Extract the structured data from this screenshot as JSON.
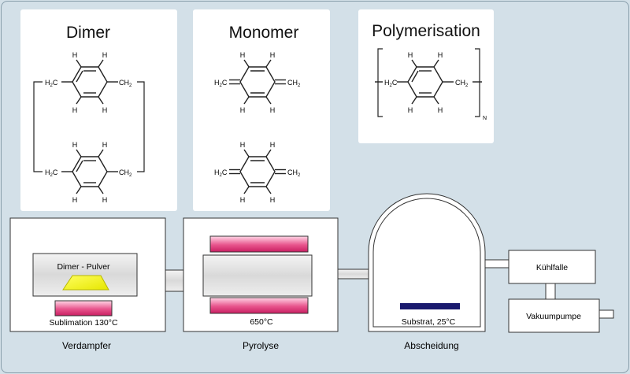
{
  "panels": {
    "dimer": {
      "title": "Dimer"
    },
    "monomer": {
      "title": "Monomer"
    },
    "polymer": {
      "title": "Polymerisation",
      "subscript_n": "N"
    }
  },
  "atoms": {
    "h": "H",
    "ch2": "CH",
    "h2c": "H",
    "c": "C",
    "sub2": "2"
  },
  "apparatus": {
    "evaporator": {
      "powder_label": "Dimer - Pulver",
      "heater_label": "Sublimation 130°C",
      "caption": "Verdampfer"
    },
    "pyrolysis": {
      "heater_label": "650°C",
      "caption": "Pyrolyse"
    },
    "deposition": {
      "substrate_label": "Substrat, 25°C",
      "caption": "Abscheidung"
    },
    "cold_trap": {
      "label": "Kühlfalle"
    },
    "vacuum_pump": {
      "label": "Vakuumpumpe"
    }
  },
  "colors": {
    "background": "#d3e0e8",
    "panel": "#ffffff",
    "heater_pink": "#d0316f",
    "powder_yellow": "#f0f000",
    "substrate_navy": "#1a1a6e",
    "tube_gray": "#e4e4e4"
  }
}
